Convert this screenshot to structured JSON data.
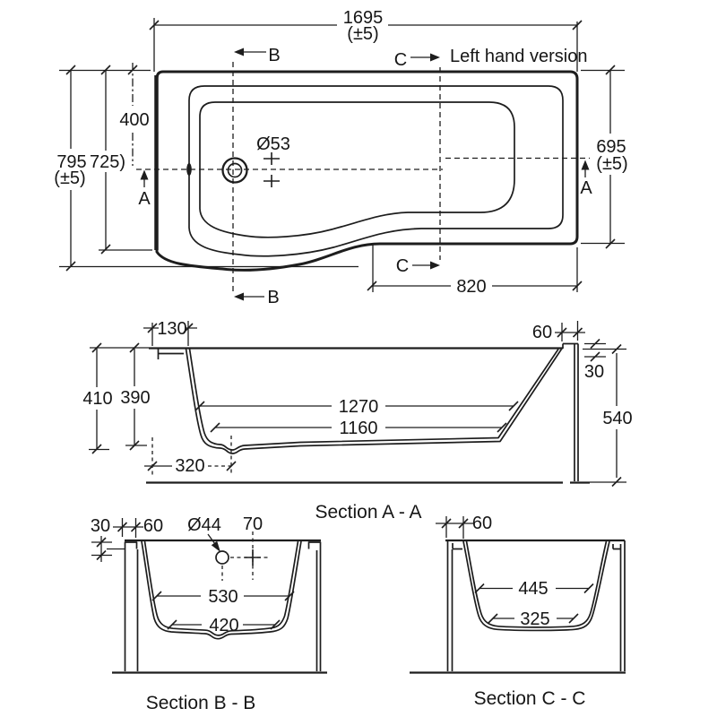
{
  "drawing": {
    "variant_label": "Left hand version",
    "markers": {
      "a": "A",
      "b": "B",
      "c": "C"
    },
    "plan": {
      "overall_length": "1695",
      "overall_length_tol": "(±5)",
      "overall_width": "795",
      "overall_width_tol": "(±5)",
      "inner_width": "725)",
      "drain_offset_from_top": "400",
      "end_width": "695",
      "end_width_tol": "(±5)",
      "drain_diameter": "Ø53",
      "straight_section_length": "820"
    },
    "section_aa": {
      "caption": "Section A - A",
      "rim_left": "130",
      "rim_right": "60",
      "rim_step": "30",
      "depth_overall": "410",
      "depth_inner": "390",
      "base_length_upper": "1270",
      "base_length_lower": "1160",
      "sump_offset": "320",
      "height_overall": "540"
    },
    "section_bb": {
      "caption": "Section B - B",
      "panel_step": "30",
      "rim_width": "60",
      "waste_diameter": "Ø44",
      "waste_offset": "70",
      "width_top": "530",
      "width_bottom": "420"
    },
    "section_cc": {
      "caption": "Section C - C",
      "rim_width": "60",
      "width_top": "445",
      "width_bottom": "325"
    }
  }
}
